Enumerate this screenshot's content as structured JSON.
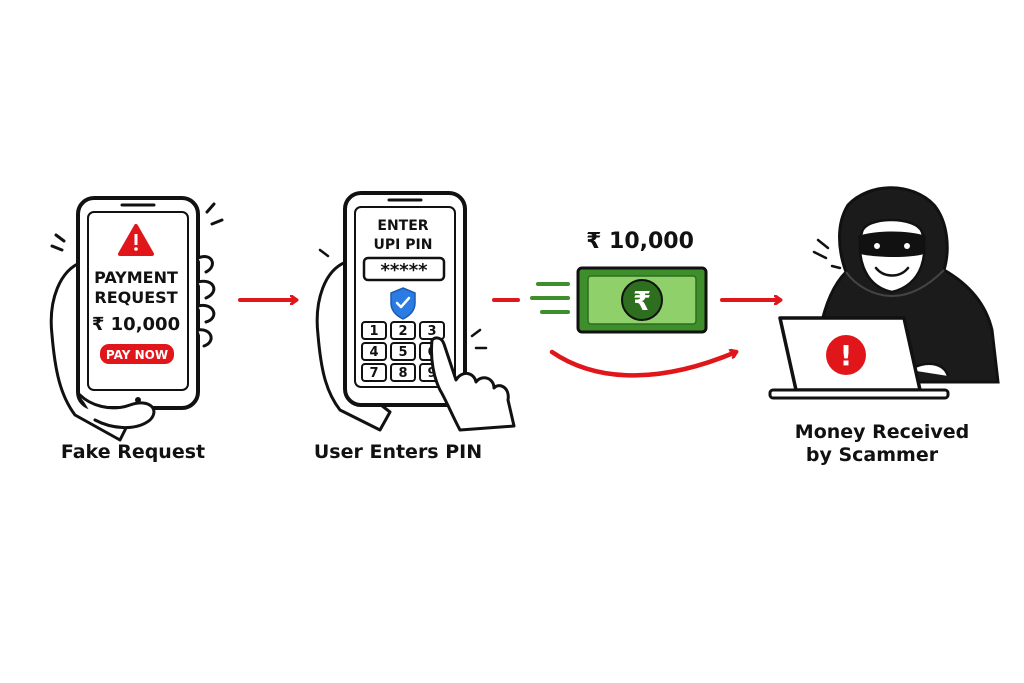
{
  "colors": {
    "alert_red": "#e0161b",
    "ink": "#111111",
    "shield_blue": "#2a7be4",
    "note_green": "#3e8f2c",
    "note_light": "#8fd06a",
    "hood": "#1b1b1b"
  },
  "step1": {
    "title_line1": "PAYMENT",
    "title_line2": "REQUEST",
    "amount": "₹ 10,000",
    "button": "PAY NOW",
    "label": "Fake Request",
    "icon": "warning-triangle-icon"
  },
  "step2": {
    "title_line1": "ENTER",
    "title_line2": "UPI PIN",
    "pin_mask": "*****",
    "keys": [
      "1",
      "2",
      "3",
      "4",
      "5",
      "6",
      "7",
      "8",
      "9"
    ],
    "label": "User Enters PIN",
    "icon": "shield-check-icon"
  },
  "transfer": {
    "amount": "₹ 10,000",
    "note_symbol": "₹",
    "icon": "banknote-icon"
  },
  "step3": {
    "label_line1": "Money Received",
    "label_line2": "by Scammer",
    "icon": "hacker-icon",
    "laptop_alert": "!"
  }
}
